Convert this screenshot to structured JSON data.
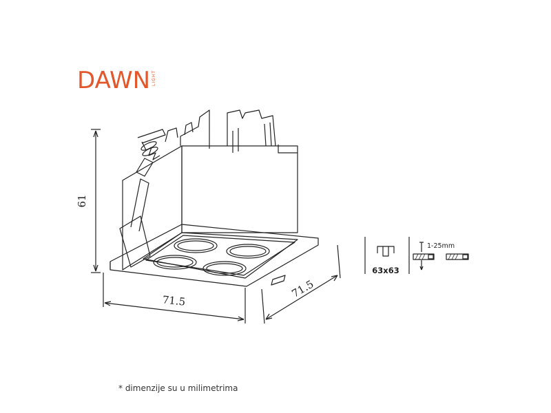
{
  "brand": {
    "name": "DAWN",
    "sub": "LIGHT",
    "color": "#e2572b"
  },
  "dimensions": {
    "height": "61",
    "width": "71.5",
    "depth": "71.5"
  },
  "cutout": {
    "label": "63x63"
  },
  "mounting": {
    "range": "1-25mm"
  },
  "footnote": "* dimenzije su u milimetrima"
}
